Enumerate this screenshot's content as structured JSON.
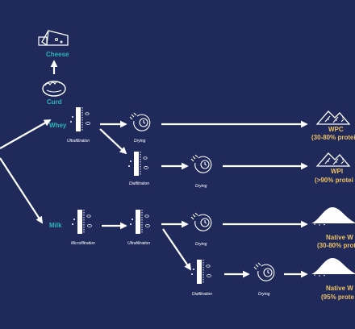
{
  "nodes": {
    "cheese": "Cheese",
    "curd": "Curd",
    "whey": "Whey",
    "milk": "Milk"
  },
  "processes": {
    "ultrafiltration_whey": "Ultrafiltration",
    "drying_wpc": "Drying",
    "diafiltration_whey": "Diafiltration",
    "drying_wpi": "Drying",
    "microfiltration": "Microfiltration",
    "ultrafiltration_milk": "Ultrafiltration",
    "drying_native_1": "Drying",
    "diafiltration_milk": "Diafiltration",
    "drying_native_2": "Drying"
  },
  "products": {
    "wpc": {
      "name": "WPC",
      "protein": "(30-80% protei"
    },
    "wpi": {
      "name": "WPI",
      "protein": "(>90% protei"
    },
    "native_1": {
      "name": "Native W",
      "protein": "(30-80% prot"
    },
    "native_2": {
      "name": "Native W",
      "protein": "(95% prote"
    }
  },
  "colors": {
    "background": "#1f2a5a",
    "node_label": "#2fb3b8",
    "product_label": "#f0c062",
    "lines": "#ffffff"
  },
  "icons": [
    "cheese-icon",
    "curd-bowl-icon",
    "membrane-filter-icon",
    "dryer-icon",
    "powder-pile-icon",
    "powder-heap-icon"
  ]
}
